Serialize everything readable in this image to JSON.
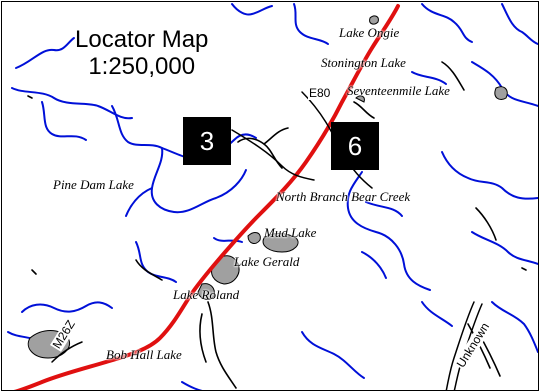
{
  "map": {
    "title_line1": "Locator Map",
    "title_line2": "1:250,000",
    "colors": {
      "water": "#0010d8",
      "road": "#e01010",
      "lake_fill": "#a0a0a0",
      "frame": "#000000"
    },
    "shields": [
      {
        "number": "3"
      },
      {
        "number": "6"
      }
    ],
    "route_labels": {
      "e80": "E80",
      "m26z": "M26Z",
      "unknown": "Unknown"
    },
    "place_labels": {
      "lake_ongie": "Lake Ongie",
      "stonington_lake": "Stonington Lake",
      "seventeenmile_lake": "Seventeenmile Lake",
      "pine_dam_lake": "Pine Dam Lake",
      "north_branch_bear_creek": "North Branch Bear Creek",
      "mud_lake": "Mud Lake",
      "lake_gerald": "Lake Gerald",
      "lake_roland": "Lake Roland",
      "bob_hall_lake": "Bob Hall Lake"
    }
  }
}
